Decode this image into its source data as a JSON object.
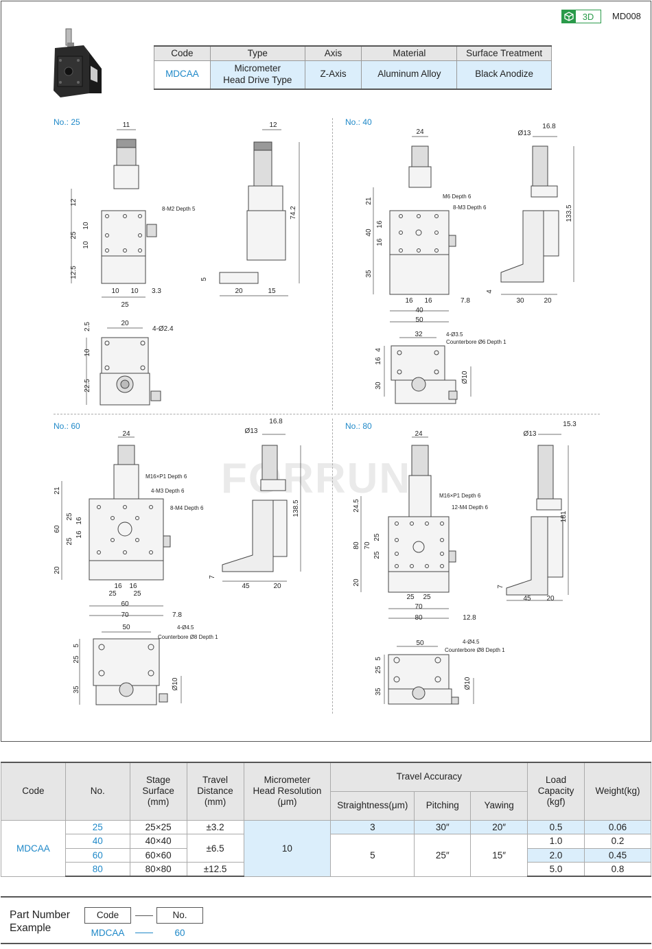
{
  "header": {
    "badge": "3D",
    "doc_code": "MD008"
  },
  "spec_table": {
    "headers": [
      "Code",
      "Type",
      "Axis",
      "Material",
      "Surface Treatment"
    ],
    "code": "MDCAA",
    "type_line1": "Micrometer",
    "type_line2": "Head Drive Type",
    "axis": "Z-Axis",
    "material": "Aluminum Alloy",
    "surface": "Black Anodize"
  },
  "drawings": {
    "no25": {
      "label": "No.: 25",
      "dims": [
        "11",
        "12",
        "25",
        "10",
        "10",
        "12.5",
        "10",
        "10",
        "3.3",
        "25",
        "8-M2 Depth 5",
        "12",
        "74.2",
        "5",
        "20",
        "15",
        "20",
        "2.5",
        "10",
        "22.5",
        "4-Ø2.4"
      ]
    },
    "no40": {
      "label": "No.: 40",
      "dims": [
        "24",
        "21",
        "40",
        "16",
        "16",
        "35",
        "16",
        "16",
        "7.8",
        "40",
        "50",
        "M6 Depth 6",
        "8-M3 Depth 6",
        "Ø13",
        "16.8",
        "133.5",
        "4",
        "30",
        "20",
        "32",
        "4",
        "16",
        "30",
        "4-Ø3.5",
        "Counterbore Ø6 Depth 1",
        "Ø10"
      ]
    },
    "no60": {
      "label": "No.: 60",
      "dims": [
        "24",
        "21",
        "60",
        "25",
        "16",
        "16",
        "25",
        "20",
        "16",
        "16",
        "25",
        "25",
        "60",
        "70",
        "7.8",
        "M16×P1 Depth 6",
        "4-M3 Depth 6",
        "8-M4 Depth 6",
        "Ø13",
        "16.8",
        "138.5",
        "7",
        "45",
        "20",
        "50",
        "5",
        "25",
        "35",
        "4-Ø4.5",
        "Counterbore Ø8 Depth 1",
        "Ø10"
      ]
    },
    "no80": {
      "label": "No.: 80",
      "dims": [
        "24",
        "24.5",
        "80",
        "25",
        "70",
        "25",
        "20",
        "25",
        "25",
        "70",
        "80",
        "12.8",
        "M16×P1 Depth 6",
        "12-M4 Depth 6",
        "Ø13",
        "15.3",
        "181",
        "7",
        "45",
        "20",
        "50",
        "5",
        "25",
        "35",
        "4-Ø4.5",
        "Counterbore Ø8 Depth 1",
        "Ø10"
      ]
    }
  },
  "watermark": "FORRUN",
  "main_table": {
    "h_code": "Code",
    "h_no": "No.",
    "h_stage": [
      "Stage",
      "Surface",
      "(mm)"
    ],
    "h_travel": [
      "Travel",
      "Distance",
      "(mm)"
    ],
    "h_micro": [
      "Micrometer",
      "Head Resolution",
      "(μm)"
    ],
    "h_accuracy": "Travel Accuracy",
    "h_straight": "Straightness(μm)",
    "h_pitch": "Pitching",
    "h_yaw": "Yawing",
    "h_load": [
      "Load",
      "Capacity",
      "(kgf)"
    ],
    "h_weight": "Weight(kg)",
    "code": "MDCAA",
    "resolution": "10",
    "rows": [
      {
        "no": "25",
        "stage": "25×25",
        "travel": "±3.2",
        "straight": "3",
        "pitch": "30″",
        "yaw": "20″",
        "load": "0.5",
        "weight": "0.06"
      },
      {
        "no": "40",
        "stage": "40×40",
        "travel": "±6.5",
        "straight": "5",
        "pitch": "25″",
        "yaw": "15″",
        "load": "1.0",
        "weight": "0.2"
      },
      {
        "no": "60",
        "stage": "60×60",
        "travel": "±6.5",
        "straight": "5",
        "pitch": "25″",
        "yaw": "15″",
        "load": "2.0",
        "weight": "0.45"
      },
      {
        "no": "80",
        "stage": "80×80",
        "travel": "±12.5",
        "straight": "5",
        "pitch": "25″",
        "yaw": "15″",
        "load": "5.0",
        "weight": "0.8"
      }
    ]
  },
  "part_number": {
    "title_line1": "Part Number",
    "title_line2": "Example",
    "box1": "Code",
    "box2": "No.",
    "val1": "MDCAA",
    "val2": "60"
  }
}
